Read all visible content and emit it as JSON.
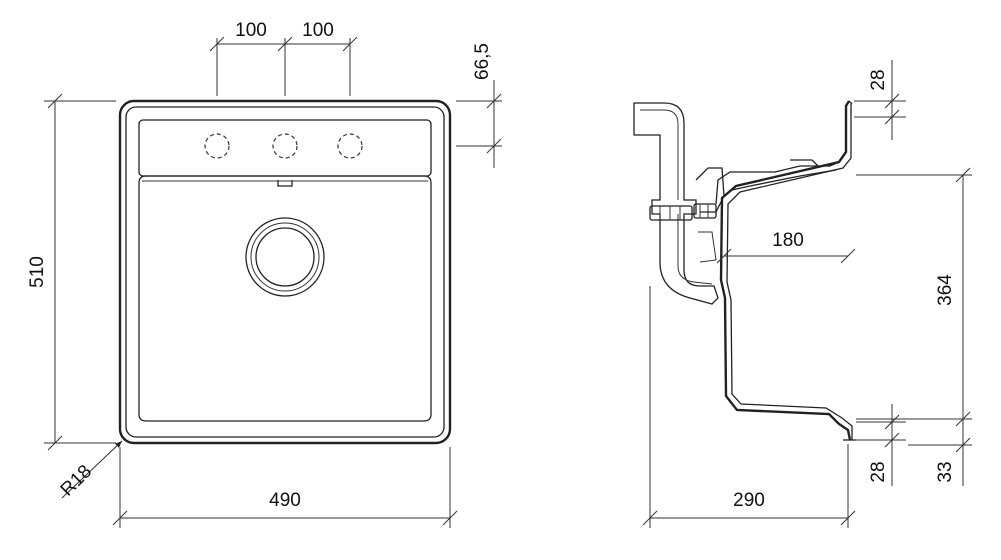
{
  "top_view": {
    "dim_hole_spacing_left": "100",
    "dim_hole_spacing_right": "100",
    "dim_hole_offset": "66,5",
    "dim_height": "510",
    "dim_width": "490",
    "dim_corner_radius": "R18"
  },
  "side_view": {
    "dim_rim_top": "28",
    "dim_bowl_depth": "364",
    "dim_bowl_offset": "180",
    "dim_total_width": "290",
    "dim_rim_bottom": "28",
    "dim_bottom": "33"
  }
}
